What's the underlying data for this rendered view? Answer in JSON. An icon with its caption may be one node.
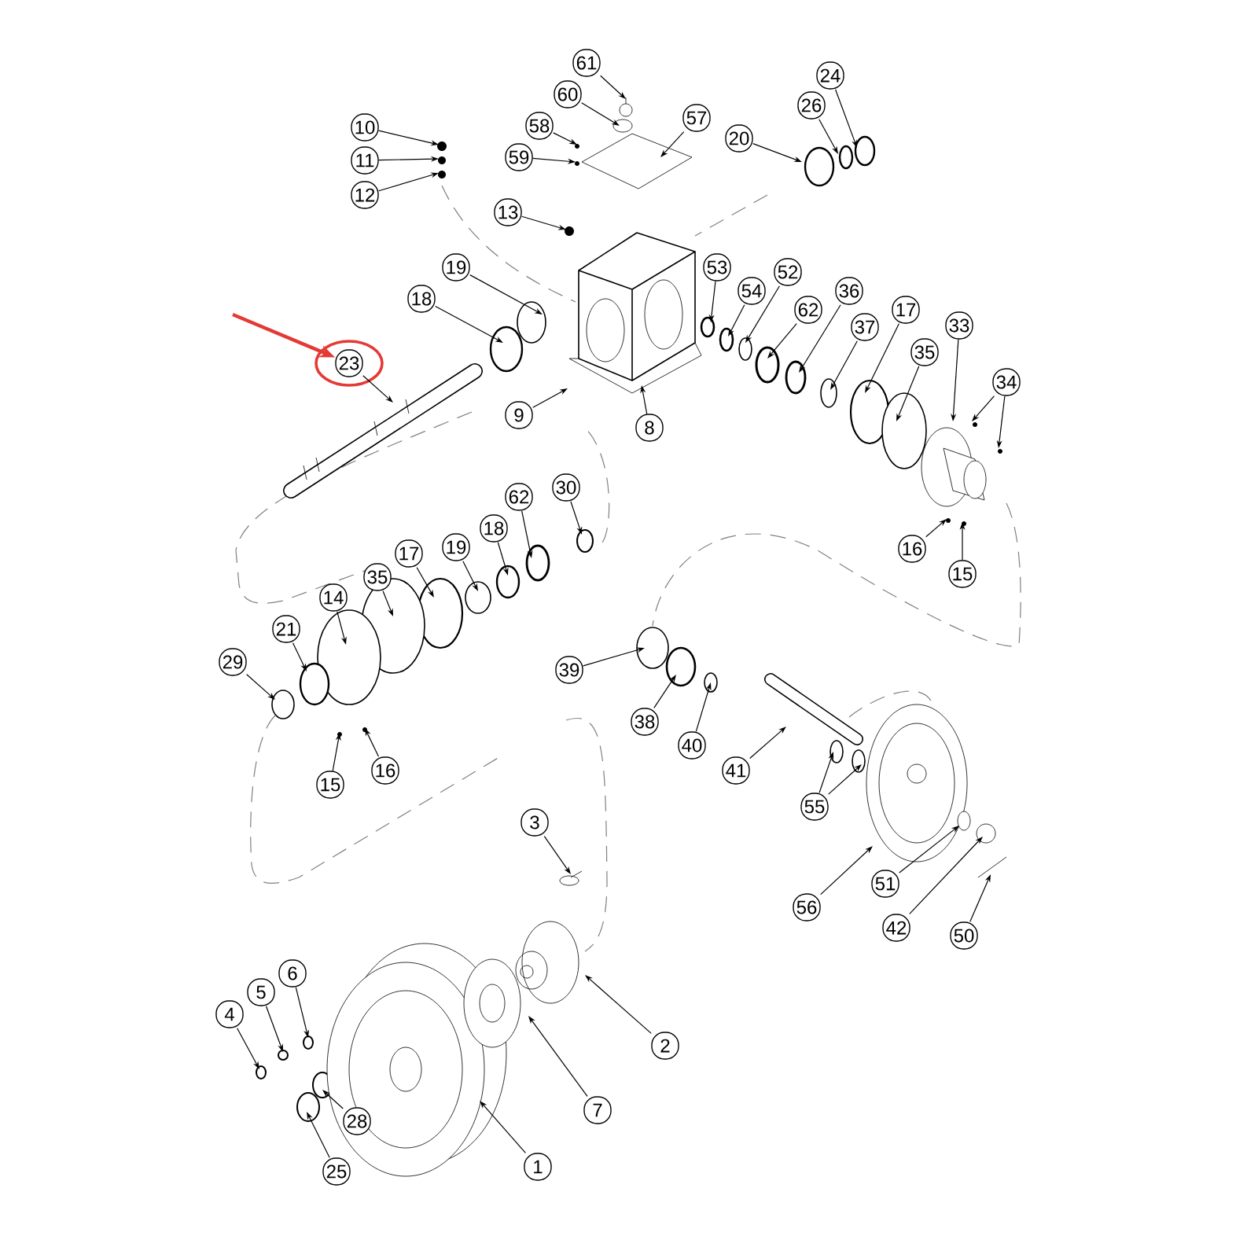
{
  "diagram": {
    "nodes": [
      {
        "text": [
          "61"
        ]
      },
      {
        "text": [
          "60"
        ]
      },
      {
        "text": [
          "57"
        ]
      },
      {
        "text": [
          "58"
        ]
      },
      {
        "text": [
          "59"
        ]
      },
      {
        "text": [
          "24"
        ]
      },
      {
        "text": [
          "26"
        ]
      },
      {
        "text": [
          "20"
        ]
      },
      {
        "text": [
          "10"
        ]
      },
      {
        "text": [
          "11"
        ]
      },
      {
        "text": [
          "12"
        ]
      },
      {
        "text": [
          "13"
        ]
      },
      {
        "text": [
          "19"
        ]
      },
      {
        "text": [
          "18"
        ]
      },
      {
        "text": [
          "23"
        ]
      },
      {
        "text": [
          "53"
        ]
      },
      {
        "text": [
          "54"
        ]
      },
      {
        "text": [
          "52"
        ]
      },
      {
        "text": [
          "62"
        ]
      },
      {
        "text": [
          "36"
        ]
      },
      {
        "text": [
          "37"
        ]
      },
      {
        "text": [
          "17"
        ]
      },
      {
        "text": [
          "35"
        ]
      },
      {
        "text": [
          "33"
        ]
      },
      {
        "text": [
          "34"
        ]
      },
      {
        "text": [
          "9"
        ]
      },
      {
        "text": [
          "8"
        ]
      },
      {
        "text": [
          "30"
        ]
      },
      {
        "text": [
          "62"
        ]
      },
      {
        "text": [
          "18"
        ]
      },
      {
        "text": [
          "16"
        ]
      },
      {
        "text": [
          "15"
        ]
      },
      {
        "text": [
          "19"
        ]
      },
      {
        "text": [
          "17"
        ]
      },
      {
        "text": [
          "35"
        ]
      },
      {
        "text": [
          "14"
        ]
      },
      {
        "text": [
          "21"
        ]
      },
      {
        "text": [
          "39"
        ]
      },
      {
        "text": [
          "29"
        ]
      },
      {
        "text": [
          "38"
        ]
      },
      {
        "text": [
          "40"
        ]
      },
      {
        "text": [
          "41"
        ]
      },
      {
        "text": [
          "16"
        ]
      },
      {
        "text": [
          "15"
        ]
      },
      {
        "text": [
          "55"
        ]
      },
      {
        "text": [
          "3"
        ]
      },
      {
        "text": [
          "56"
        ]
      },
      {
        "text": [
          "51"
        ]
      },
      {
        "text": [
          "42"
        ]
      },
      {
        "text": [
          "50"
        ]
      },
      {
        "text": [
          "6"
        ]
      },
      {
        "text": [
          "5"
        ]
      },
      {
        "text": [
          "4"
        ]
      },
      {
        "text": [
          "2"
        ]
      },
      {
        "text": [
          "7"
        ]
      },
      {
        "text": [
          "28"
        ]
      },
      {
        "text": [
          "1"
        ]
      },
      {
        "text": [
          "25"
        ]
      }
    ],
    "edges": [
      {
        "from": 0,
        "to": null,
        "arrow": "to"
      },
      {
        "from": 1,
        "to": null,
        "arrow": "to"
      },
      {
        "from": 2,
        "to": null,
        "arrow": "to"
      },
      {
        "from": 3,
        "to": null,
        "arrow": "to"
      },
      {
        "from": 4,
        "to": null,
        "arrow": "to"
      },
      {
        "from": 5,
        "to": null,
        "arrow": "to"
      },
      {
        "from": 6,
        "to": null,
        "arrow": "to"
      },
      {
        "from": 7,
        "to": null,
        "arrow": "to"
      },
      {
        "from": 8,
        "to": null,
        "arrow": "to"
      },
      {
        "from": 9,
        "to": null,
        "arrow": "to"
      },
      {
        "from": 10,
        "to": null,
        "arrow": "to"
      },
      {
        "from": 11,
        "to": null,
        "arrow": "to"
      },
      {
        "from": 12,
        "to": null,
        "arrow": "to"
      },
      {
        "from": 13,
        "to": null,
        "arrow": "to"
      },
      {
        "from": 14,
        "to": null,
        "arrow": "to"
      },
      {
        "from": 15,
        "to": null,
        "arrow": "to"
      },
      {
        "from": 16,
        "to": null,
        "arrow": "to"
      },
      {
        "from": 17,
        "to": null,
        "arrow": "to"
      },
      {
        "from": 18,
        "to": null,
        "arrow": "to"
      },
      {
        "from": 19,
        "to": null,
        "arrow": "to"
      },
      {
        "from": 20,
        "to": null,
        "arrow": "to"
      },
      {
        "from": 21,
        "to": null,
        "arrow": "to"
      },
      {
        "from": 22,
        "to": null,
        "arrow": "to"
      },
      {
        "from": 23,
        "to": null,
        "arrow": "to"
      },
      {
        "from": 24,
        "to": null,
        "arrow": "to"
      },
      {
        "from": 24,
        "to": null,
        "arrow": "to"
      },
      {
        "from": 25,
        "to": null,
        "arrow": "to"
      },
      {
        "from": 26,
        "to": null,
        "arrow": "to"
      },
      {
        "from": 27,
        "to": null,
        "arrow": "to"
      },
      {
        "from": 28,
        "to": null,
        "arrow": "to"
      },
      {
        "from": 29,
        "to": null,
        "arrow": "to"
      },
      {
        "from": 30,
        "to": null,
        "arrow": "to"
      },
      {
        "from": 31,
        "to": null,
        "arrow": "to"
      },
      {
        "from": 32,
        "to": null,
        "arrow": "to"
      },
      {
        "from": 33,
        "to": null,
        "arrow": "to"
      },
      {
        "from": 34,
        "to": null,
        "arrow": "to"
      },
      {
        "from": 35,
        "to": null,
        "arrow": "to"
      },
      {
        "from": 36,
        "to": null,
        "arrow": "to"
      },
      {
        "from": 37,
        "to": null,
        "arrow": "to"
      },
      {
        "from": 38,
        "to": null,
        "arrow": "to"
      },
      {
        "from": 39,
        "to": null,
        "arrow": "to"
      },
      {
        "from": 40,
        "to": null,
        "arrow": "to"
      },
      {
        "from": 41,
        "to": null,
        "arrow": "to"
      },
      {
        "from": 42,
        "to": null,
        "arrow": "to"
      },
      {
        "from": 43,
        "to": null,
        "arrow": "to"
      },
      {
        "from": 44,
        "to": null,
        "arrow": "to"
      },
      {
        "from": 44,
        "to": null,
        "arrow": "to"
      },
      {
        "from": 45,
        "to": null,
        "arrow": "to"
      },
      {
        "from": 46,
        "to": null,
        "arrow": "to"
      },
      {
        "from": 47,
        "to": null,
        "arrow": "to"
      },
      {
        "from": 48,
        "to": null,
        "arrow": "to"
      },
      {
        "from": 49,
        "to": null,
        "arrow": "to"
      },
      {
        "from": 50,
        "to": null,
        "arrow": "to"
      },
      {
        "from": 51,
        "to": null,
        "arrow": "to"
      },
      {
        "from": 52,
        "to": null,
        "arrow": "to"
      },
      {
        "from": 53,
        "to": null,
        "arrow": "to"
      },
      {
        "from": 54,
        "to": null,
        "arrow": "to"
      },
      {
        "from": 55,
        "to": null,
        "arrow": "to"
      },
      {
        "from": 56,
        "to": null,
        "arrow": "to"
      },
      {
        "from": 57,
        "to": null,
        "arrow": "to"
      },
      {
        "from": null,
        "to": 14,
        "arrow": "to",
        "style": "thick",
        "color": "#e53935"
      }
    ]
  }
}
